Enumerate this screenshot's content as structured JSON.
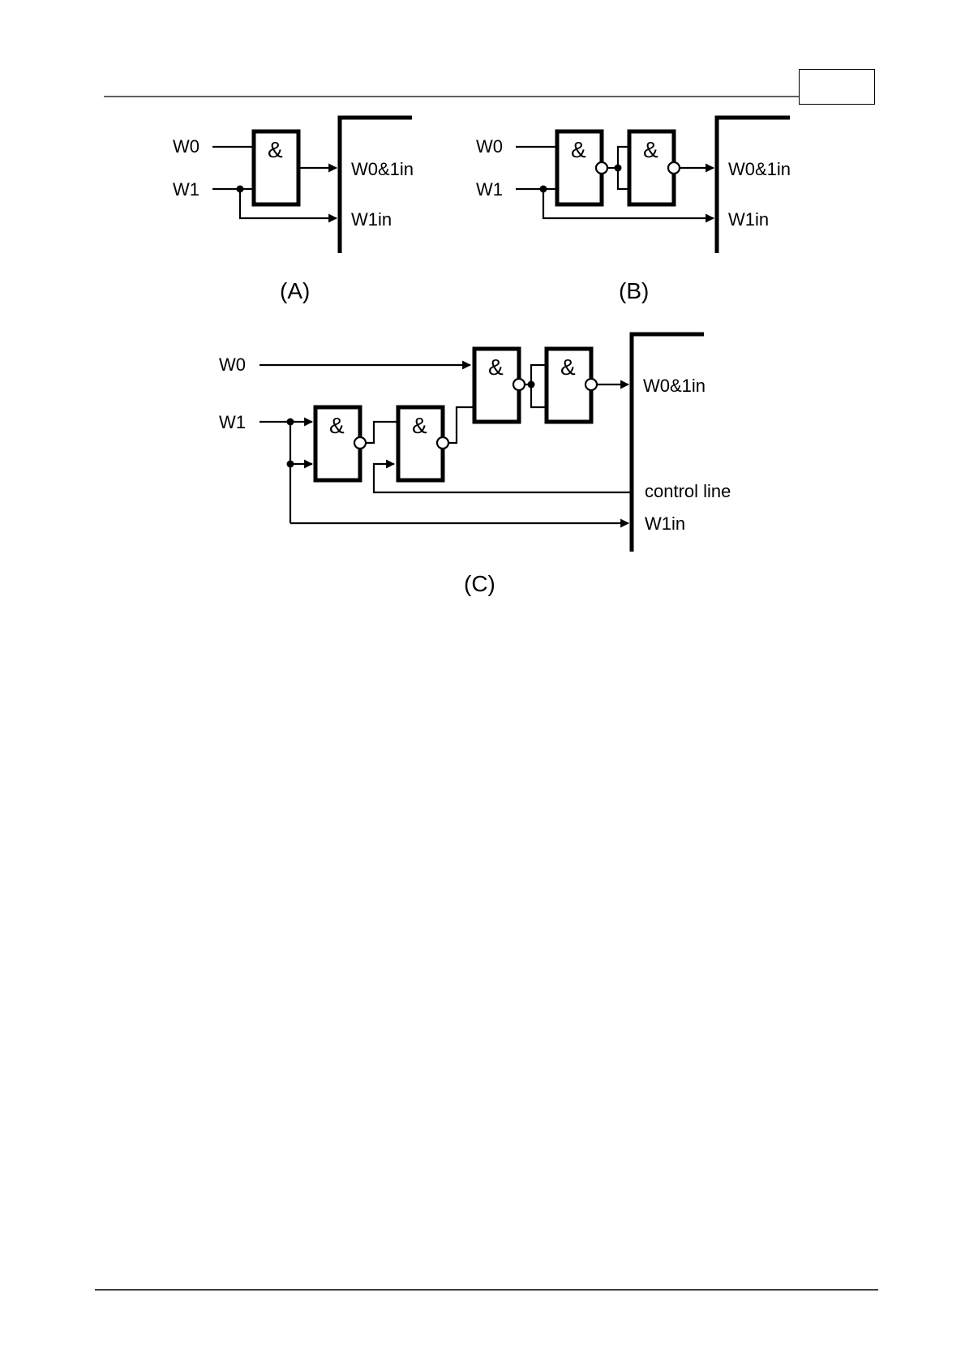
{
  "header": {
    "page_number": ""
  },
  "diagram_a": {
    "caption": "(A)",
    "inputs": [
      "W0",
      "W1"
    ],
    "gate_symbol": "&",
    "outputs": [
      "W0&1in",
      "W1in"
    ]
  },
  "diagram_b": {
    "caption": "(B)",
    "inputs": [
      "W0",
      "W1"
    ],
    "gate_symbols": [
      "&",
      "&"
    ],
    "outputs": [
      "W0&1in",
      "W1in"
    ]
  },
  "diagram_c": {
    "caption": "(C)",
    "inputs": [
      "W0",
      "W1"
    ],
    "gate_symbols": [
      "&",
      "&",
      "&",
      "&"
    ],
    "outputs": [
      "W0&1in",
      "control line",
      "W1in"
    ]
  }
}
